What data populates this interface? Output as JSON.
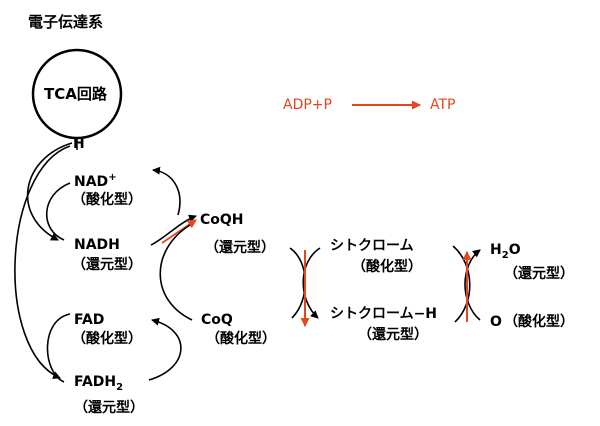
{
  "title": "電子伝達系",
  "tca": {
    "label": "TCA回路",
    "h": "H"
  },
  "nad": {
    "base": "NAD",
    "sup": "+",
    "state": "（酸化型）"
  },
  "nadh": {
    "label": "NADH",
    "state": "（還元型）"
  },
  "fad": {
    "label": "FAD",
    "state": "（酸化型）"
  },
  "fadh2": {
    "base": "FADH",
    "sub": "2",
    "state": "（還元型）"
  },
  "coqh": {
    "label": "CoQH",
    "state": "（還元型）"
  },
  "coq": {
    "label": "CoQ",
    "state": "（酸化型）"
  },
  "cyt_ox": {
    "label": "シトクローム",
    "state": "（酸化型）"
  },
  "cyt_red": {
    "label": "シトクローム−H",
    "state": "（還元型）"
  },
  "water": {
    "h": "H",
    "sub": "2",
    "o": "O",
    "state": "（還元型）"
  },
  "oxygen": {
    "label": "O",
    "state": "（酸化型）"
  },
  "atp_reaction": {
    "reactant": "ADP+P",
    "product": "ATP"
  },
  "colors": {
    "arrow_black": "#000000",
    "arrow_red": "#e8451e"
  }
}
